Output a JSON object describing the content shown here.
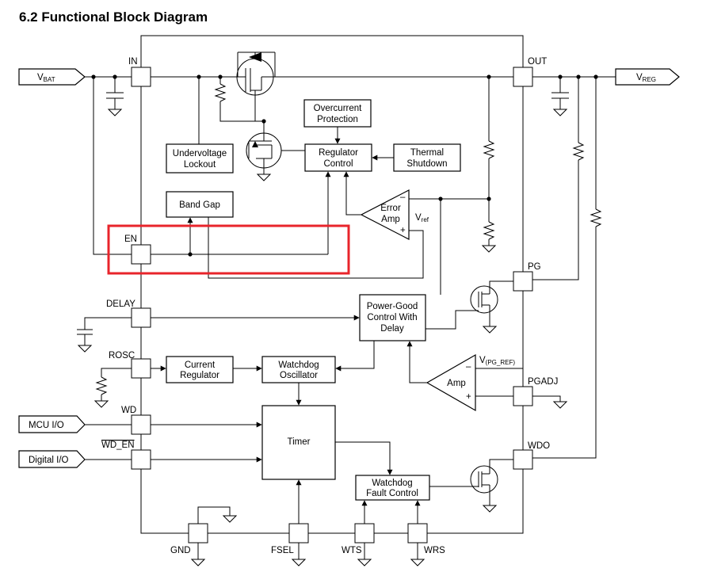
{
  "title": "6.2 Functional Block Diagram",
  "external": {
    "vbat": {
      "main": "V",
      "sub": "BAT"
    },
    "vreg": {
      "main": "V",
      "sub": "REG"
    },
    "mcu_io": "MCU I/O",
    "digital_io": "Digital  I/O"
  },
  "pins": {
    "in": "IN",
    "out": "OUT",
    "en": "EN",
    "delay": "DELAY",
    "rosc": "ROSC",
    "wd": "WD",
    "wd_en": "WD_EN",
    "pg": "PG",
    "pgadj": "PGADJ",
    "wdo": "WDO",
    "gnd": "GND",
    "fsel": "FSEL",
    "wts": "WTS",
    "wrs": "WRS"
  },
  "blocks": {
    "overcurrent": [
      "Overcurrent",
      "Protection"
    ],
    "regulator_control": [
      "Regulator",
      "Control"
    ],
    "thermal_shutdown": [
      "Thermal",
      "Shutdown"
    ],
    "undervoltage_lockout": [
      "Undervoltage",
      "Lockout"
    ],
    "band_gap": "Band Gap",
    "error_amp": [
      "Error",
      "Amp"
    ],
    "vref": {
      "main": "V",
      "sub": "ref"
    },
    "power_good": [
      "Power-Good",
      "Control With",
      "Delay"
    ],
    "current_regulator": [
      "Current",
      "Regulator"
    ],
    "watchdog_oscillator": [
      "Watchdog",
      "Oscillator"
    ],
    "amp": "Amp",
    "vpg_ref": {
      "main": "V",
      "sub": "(PG_REF)"
    },
    "timer": "Timer",
    "watchdog_fault": [
      "Watchdog",
      "Fault Control"
    ]
  },
  "amp_signs": {
    "minus": "–",
    "plus": "+"
  },
  "highlight_color": "#e8242b"
}
